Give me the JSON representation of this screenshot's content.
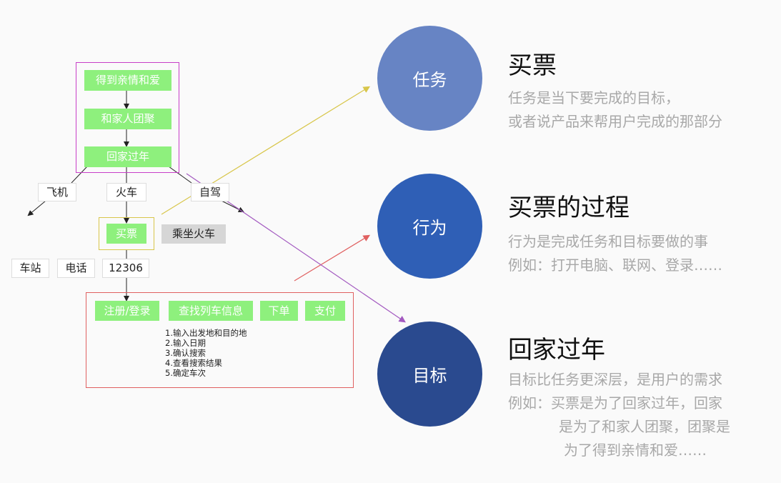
{
  "flow": {
    "goal_box": "得到亲情和爱",
    "reunion_box": "和家人团聚",
    "home_box": "回家过年",
    "transport": [
      "飞机",
      "火车",
      "自驾"
    ],
    "buy_ticket": "买票",
    "ride_train": "乘坐火车",
    "channels": [
      "车站",
      "电话",
      "12306"
    ],
    "actions": [
      "注册/登录",
      "查找列车信息",
      "下单",
      "支付"
    ],
    "steps": [
      "1.输入出发地和目的地",
      "2.输入日期",
      "3.确认搜索",
      "4.查看搜索结果",
      "5.确定车次"
    ]
  },
  "layers": [
    {
      "circle_label": "任务",
      "title": "买票",
      "desc_lines": [
        "任务是当下要完成的目标，",
        "或者说产品来帮用户完成的那部分"
      ],
      "color": "#6784c4"
    },
    {
      "circle_label": "行为",
      "title": "买票的过程",
      "desc_lines": [
        "行为是完成任务和目标要做的事",
        "例如：打开电脑、联网、登录……"
      ],
      "color": "#2f5fb6"
    },
    {
      "circle_label": "目标",
      "title": "回家过年",
      "desc_lines": [
        "目标比任务更深层，是用户的需求",
        "例如：买票是为了回家过年，回家",
        "是为了和家人团聚，团聚是",
        "为了得到亲情和爱……"
      ],
      "color": "#2a4a8f"
    }
  ],
  "colors": {
    "green_box": "#8ef07d",
    "magenta": "#c73ec8",
    "yellow": "#d8c64a",
    "red": "#e06060",
    "purple": "#a35ac0"
  }
}
